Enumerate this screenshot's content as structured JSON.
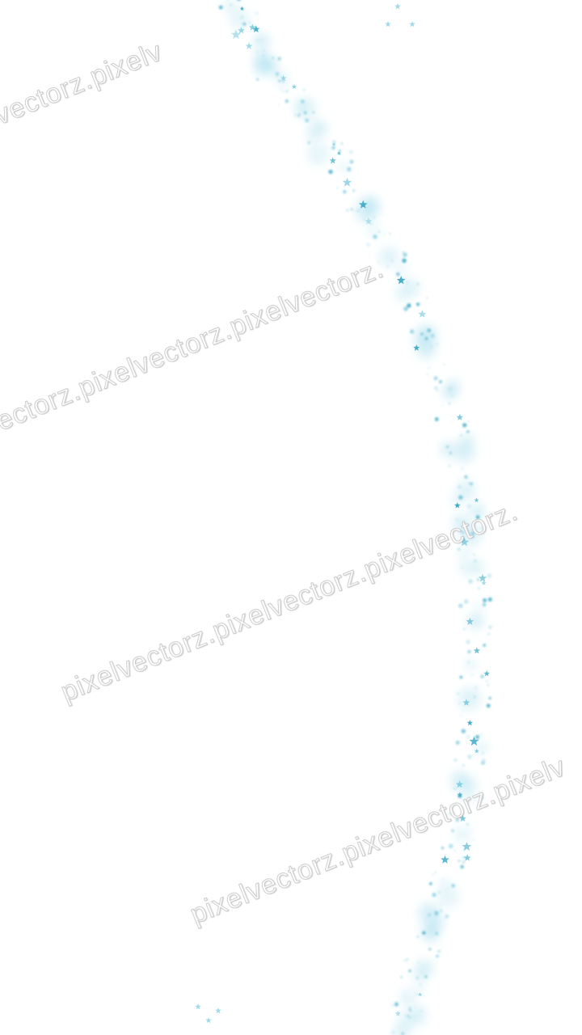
{
  "watermarks": [
    "lvectorz.pixelv",
    "ectorz.pixelvectorz.pixelvectorz.",
    "pixelvectorz.pixelvectorz.pixelvectorz.",
    "pixelvectorz.pixelvectorz.pixelv"
  ],
  "colors": {
    "background": "#ffffff",
    "sparkle_light": "#bfe7f2",
    "sparkle_mid": "#7ccbe0",
    "sparkle_dark": "#3aa7c4",
    "watermark_outline": "#c9c9c9"
  }
}
